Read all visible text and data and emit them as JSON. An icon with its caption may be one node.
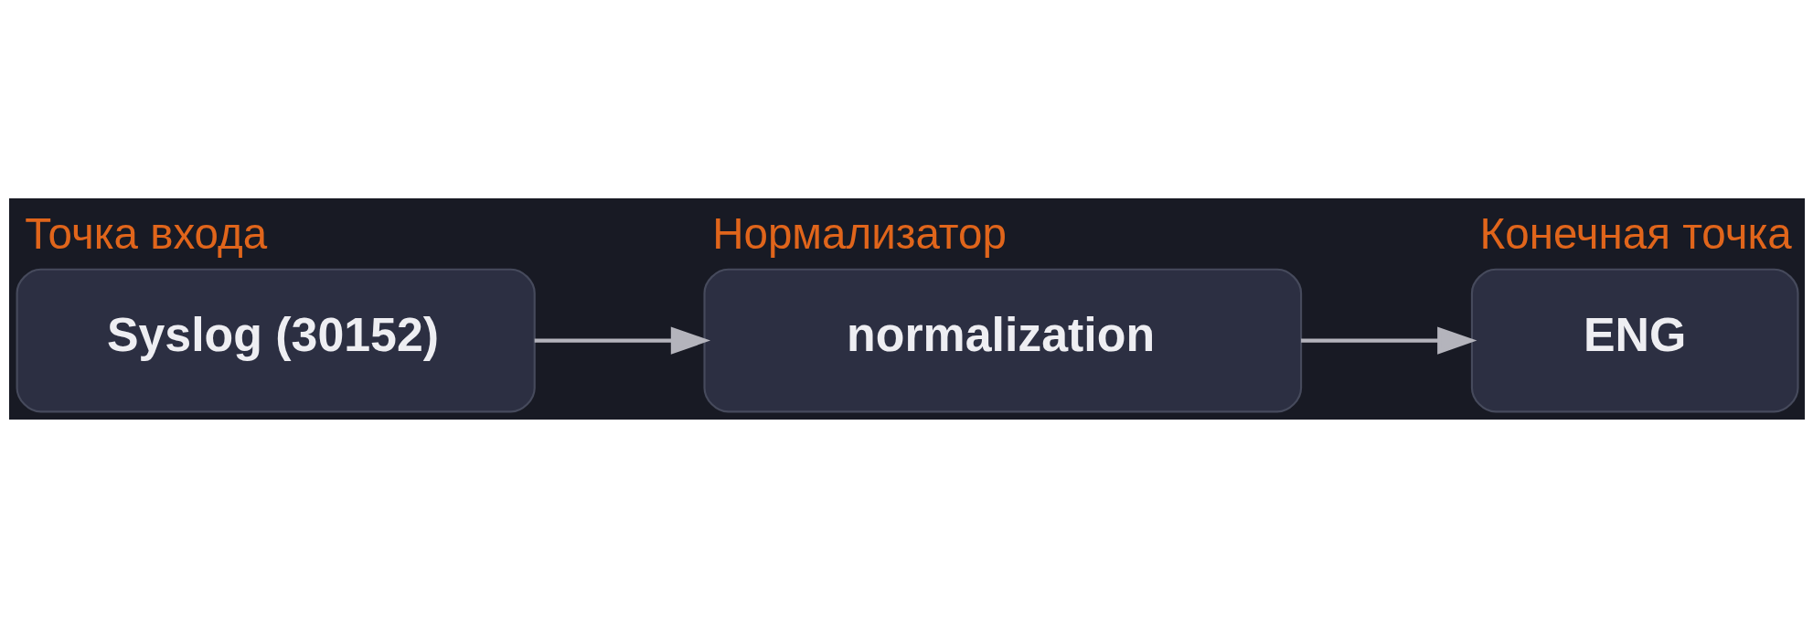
{
  "diagram": {
    "nodes": [
      {
        "text": [
          "Точка входа",
          "Syslog (30152)"
        ]
      },
      {
        "text": [
          "Нормализатор",
          "normalization"
        ]
      },
      {
        "text": [
          "Конечная точка",
          "ENG"
        ]
      }
    ],
    "edges": [
      {
        "from": 0,
        "to": 1,
        "arrow": "to"
      },
      {
        "from": 1,
        "to": 2,
        "arrow": "to"
      }
    ]
  }
}
